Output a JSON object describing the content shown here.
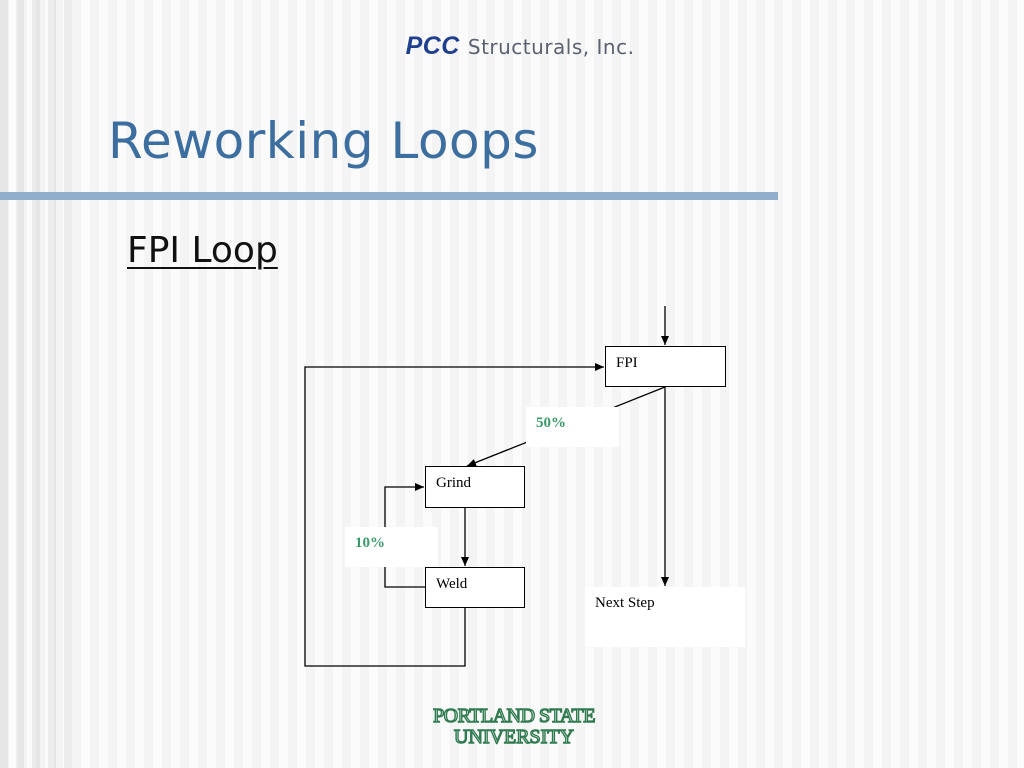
{
  "header": {
    "brand_strong": "PCC",
    "brand_rest": "Structurals, Inc."
  },
  "slide": {
    "title": "Reworking Loops",
    "subtitle": "FPI Loop"
  },
  "diagram": {
    "nodes": {
      "fpi": "FPI",
      "grind": "Grind",
      "weld": "Weld",
      "next_step": "Next Step"
    },
    "labels": {
      "fpi_rework": "50%",
      "grind_rework": "10%"
    }
  },
  "footer": {
    "logo_line1": "PORTLAND STATE",
    "logo_line2": "UNIVERSITY"
  },
  "colors": {
    "title": "#3c6ea0",
    "rule": "#8faecb",
    "percent": "#3a9a6a",
    "logo": "#2f7a4f"
  }
}
